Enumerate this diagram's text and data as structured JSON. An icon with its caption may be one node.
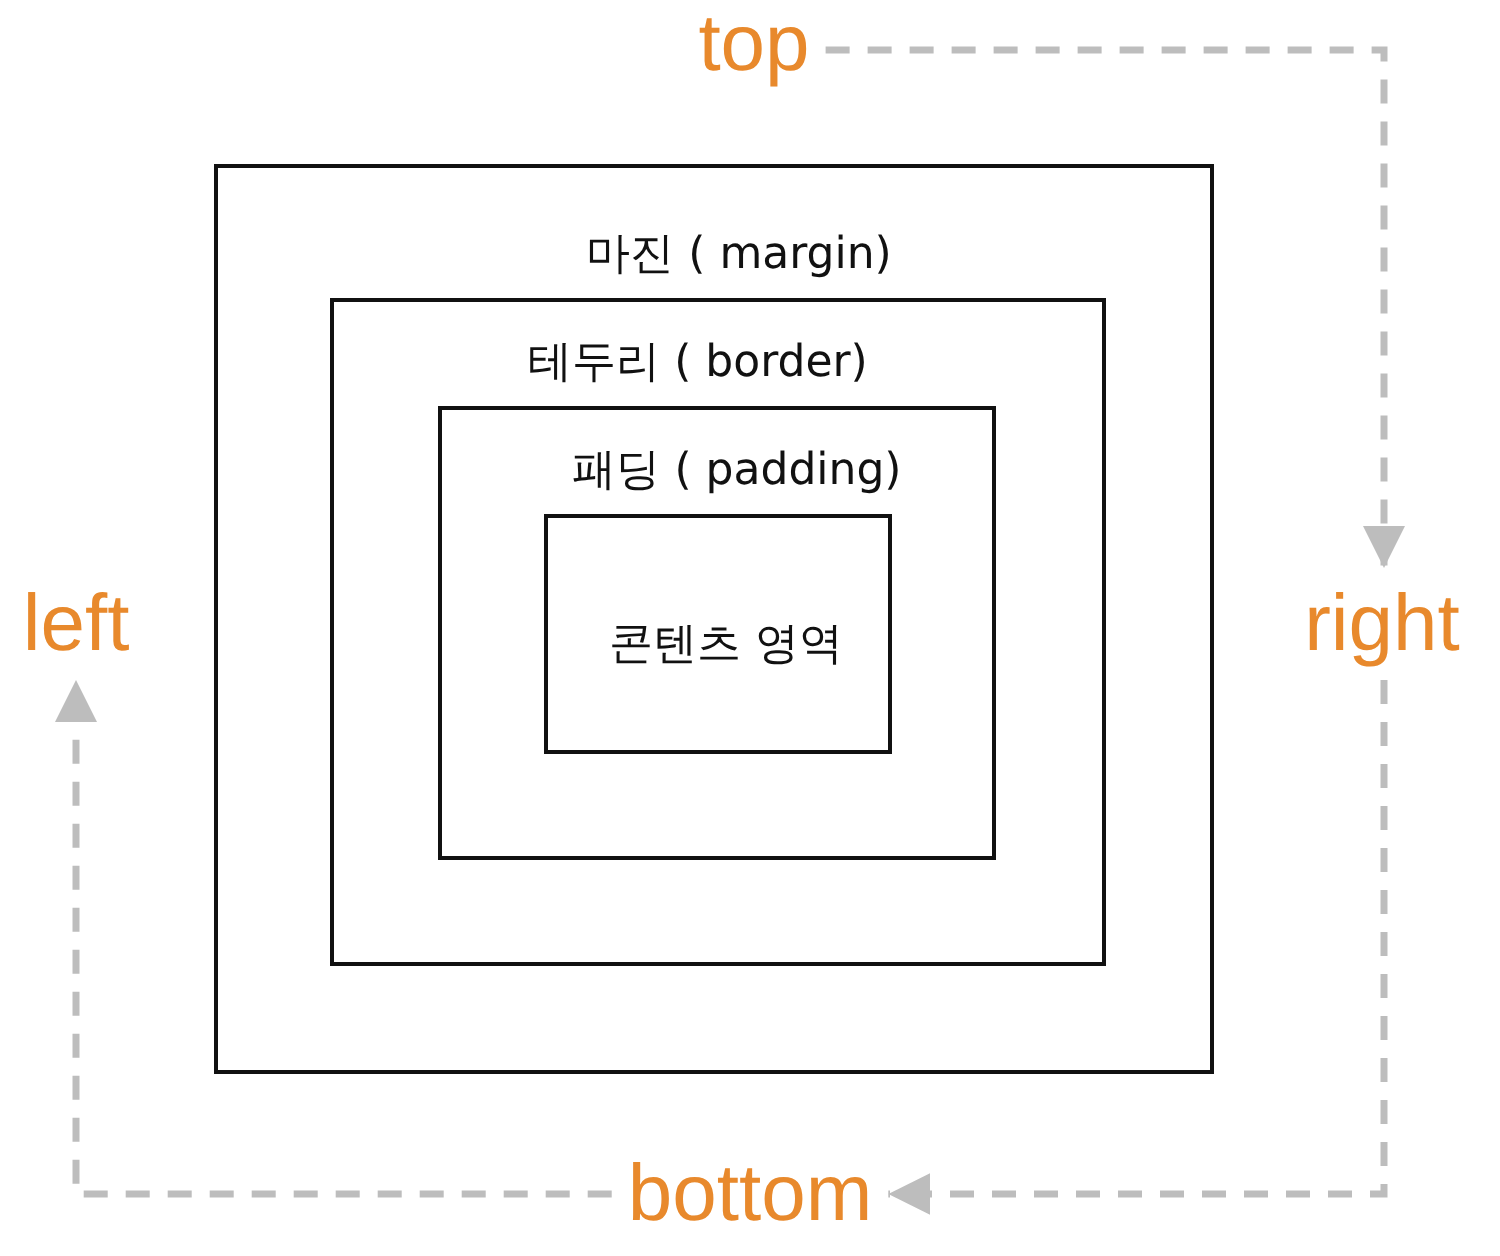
{
  "diagram": {
    "nodes": [
      {
        "text": [
          "마진 ( margin)"
        ]
      },
      {
        "text": [
          "테두리 ( border)"
        ],
        "in": 0
      },
      {
        "text": [
          "패딩 ( padding)"
        ],
        "in": 1
      },
      {
        "text": [
          "콘텐츠 영역"
        ],
        "in": 2
      },
      {
        "text": [
          "top"
        ]
      },
      {
        "text": [
          "right"
        ]
      },
      {
        "text": [
          "bottom"
        ]
      },
      {
        "text": [
          "left"
        ]
      }
    ],
    "edges": [
      {
        "from": 4,
        "to": 5,
        "arrow": "to",
        "style": "dashed"
      },
      {
        "from": 5,
        "to": 6,
        "arrow": "to",
        "style": "dashed"
      },
      {
        "from": 6,
        "to": 7,
        "arrow": "to",
        "style": "dashed"
      }
    ]
  }
}
